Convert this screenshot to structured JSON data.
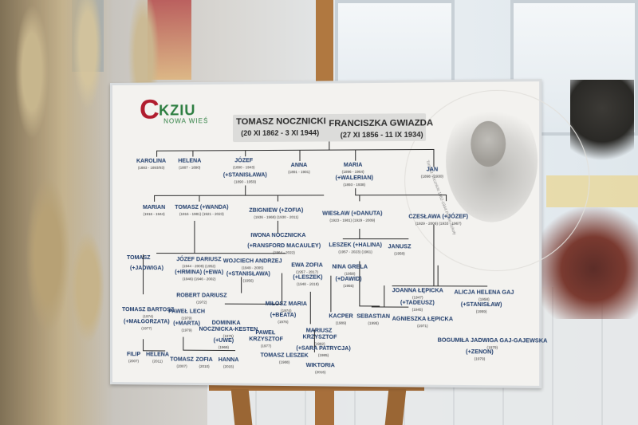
{
  "logo": {
    "mark": "C",
    "name": "KZIU",
    "subtitle": "NOWA WIEŚ"
  },
  "header": {
    "father_name": "TOMASZ NOCZNICKI",
    "father_dates": "(20 XI 1862 - 3 XI 1944)",
    "mother_name": "FRANCISZKA GWIAZDA",
    "mother_dates": "(27 XI 1856 - 11 IX 1934)"
  },
  "portrait_caption": "Tomasz Nocznicki 1862-1944 Patron Szkoły",
  "people": {
    "karolina": {
      "name": "KAROLINA",
      "dates": "(1883 - 1893/93)"
    },
    "helena": {
      "name": "HELENA",
      "dates": "(1887 - 1890)"
    },
    "jozef": {
      "name": "JÓZEF",
      "dates": "(1890 - 1943)"
    },
    "jozef_spouse": {
      "name": "(+STANISŁAWA)",
      "dates": "(1890 - 1959)"
    },
    "anna": {
      "name": "ANNA",
      "dates": "(1891 - 1901)"
    },
    "maria": {
      "name": "MARIA",
      "dates": "(1896 - 1964)"
    },
    "maria_spouse": {
      "name": "(+WALERIAN)",
      "dates": "(1893 - 1938)"
    },
    "jan": {
      "name": "JAN",
      "dates": "(1898 - 1930)"
    },
    "marian": {
      "name": "MARIAN",
      "dates": "(1916 - 1944)"
    },
    "tomasz_wanda": {
      "name": "TOMASZ (+WANDA)",
      "dates": "(1916 - 1981)   (1921 - 2023)"
    },
    "zbigniew_zofia": {
      "name": "ZBIGNIEW (+ZOFIA)",
      "dates": "(1936 - 1968)   (1930 - 2011)"
    },
    "wieslaw_danuta": {
      "name": "WIESŁAW (+DANUTA)",
      "dates": "(1923 - 1981)   (1929 - 2009)"
    },
    "czeslawa_jozef": {
      "name": "CZESŁAWA (+JÓZEF)",
      "dates": "(1929 - 2006)   (1933 - 1967)"
    },
    "iwona": {
      "name": "IWONA NOCZNICKA",
      "dates": ""
    },
    "iwona_spouse": {
      "name": "(+RANSFORD MACAULEY)",
      "dates": "(1964 - 2022)"
    },
    "tomasz_jadwiga": {
      "name": "TOMASZ",
      "dates": ""
    },
    "tomasz_jadwiga_spouse": {
      "name": "(+JADWIGA)",
      "dates": ""
    },
    "jozef_dariusz": {
      "name": "JÓZEF DARIUSZ",
      "dates": "(1944 - 2009)   (1952)"
    },
    "jozef_dariusz_spouses": {
      "name": "(+IRMINA) (+EWA)",
      "dates": "(1946)   (1946 - 2002)"
    },
    "wojciech_andrzej": {
      "name": "WOJCIECH ANDRZEJ",
      "dates": "(1949 - 2005)"
    },
    "wojciech_spouse": {
      "name": "(+STANISŁAWA)",
      "dates": "(1956)"
    },
    "ewa_zofia": {
      "name": "EWA ZOFIA",
      "dates": "(1957 - 2017)"
    },
    "ewa_spouse": {
      "name": "(+LESZEK)",
      "dates": "(1948 - 2016)"
    },
    "leszek_halina": {
      "name": "LESZEK (+HALINA)",
      "dates": "(1957 - 2023)   (1961)"
    },
    "janusz": {
      "name": "JANUSZ",
      "dates": "(1958)"
    },
    "nina_grela": {
      "name": "NINA GRELA",
      "dates": "(1958)"
    },
    "nina_spouse": {
      "name": "(+DAWID)",
      "dates": "(1955)"
    },
    "robert_dariusz": {
      "name": "ROBERT DARIUSZ",
      "dates": "(1972)"
    },
    "milosz_maria": {
      "name": "MIŁOSZ MARIA",
      "dates": "(1974)"
    },
    "milosz_spouse": {
      "name": "(+BEATA)",
      "dates": "(1976)"
    },
    "joanna": {
      "name": "JOANNA ŁĘPICKA",
      "dates": "(1947)"
    },
    "joanna_spouse": {
      "name": "(+TADEUSZ)",
      "dates": "(1945)"
    },
    "alicja": {
      "name": "ALICJA HELENA GAJ",
      "dates": "(1958)"
    },
    "alicja_spouse": {
      "name": "(+STANISŁAW)",
      "dates": "(1959)"
    },
    "tomasz_bartosz": {
      "name": "TOMASZ BARTOSZ",
      "dates": "(1974)"
    },
    "tomasz_bartosz_spouse": {
      "name": "(+MAŁGORZATA)",
      "dates": "(1977)"
    },
    "pawel_lech": {
      "name": "PAWEŁ LECH",
      "dates": "(1979)"
    },
    "pawel_lech_spouse": {
      "name": "(+MARTA)",
      "dates": "(1979)"
    },
    "dominika": {
      "name": "DOMINIKA",
      "dates": ""
    },
    "dominika2": {
      "name": "NOCZNICKA-KESTEN",
      "dates": "(1975)"
    },
    "dominika_spouse": {
      "name": "(+UWE)",
      "dates": "(1969)"
    },
    "pawel_krzysztof": {
      "name": "PAWEŁ",
      "dates": ""
    },
    "pawel_krzysztof2": {
      "name": "KRZYSZTOF",
      "dates": "(1977)"
    },
    "mariusz": {
      "name": "MARIUSZ",
      "dates": ""
    },
    "mariusz2": {
      "name": "KRZYSZTOF",
      "dates": "(1982)"
    },
    "mariusz_spouse": {
      "name": "(+SARA PATRYCJA)",
      "dates": "(1985)"
    },
    "kacper": {
      "name": "KACPER",
      "dates": "(1989)"
    },
    "sebastian": {
      "name": "SEBASTIAN",
      "dates": "(1995)"
    },
    "agnieszka": {
      "name": "AGNIESZKA ŁĘPICKA",
      "dates": "(1971)"
    },
    "bogumila": {
      "name": "BOGUMIŁA JADWIGA GAJ-GAJEWSKA",
      "dates": "(1979)"
    },
    "bogumila_spouse": {
      "name": "(+ZENON)",
      "dates": "(1979)"
    },
    "filip": {
      "name": "FILIP",
      "dates": "(2007)"
    },
    "helena2": {
      "name": "HELENA",
      "dates": "(2011)"
    },
    "tomasz3": {
      "name": "TOMASZ",
      "dates": "(2007)"
    },
    "zofia": {
      "name": "ZOFIA",
      "dates": "(2010)"
    },
    "hanna": {
      "name": "HANNA",
      "dates": "(2015)"
    },
    "tomasz_leszek": {
      "name": "TOMASZ LESZEK",
      "dates": "(1988)"
    },
    "wiktoria": {
      "name": "WIKTORIA",
      "dates": "(2016)"
    }
  }
}
